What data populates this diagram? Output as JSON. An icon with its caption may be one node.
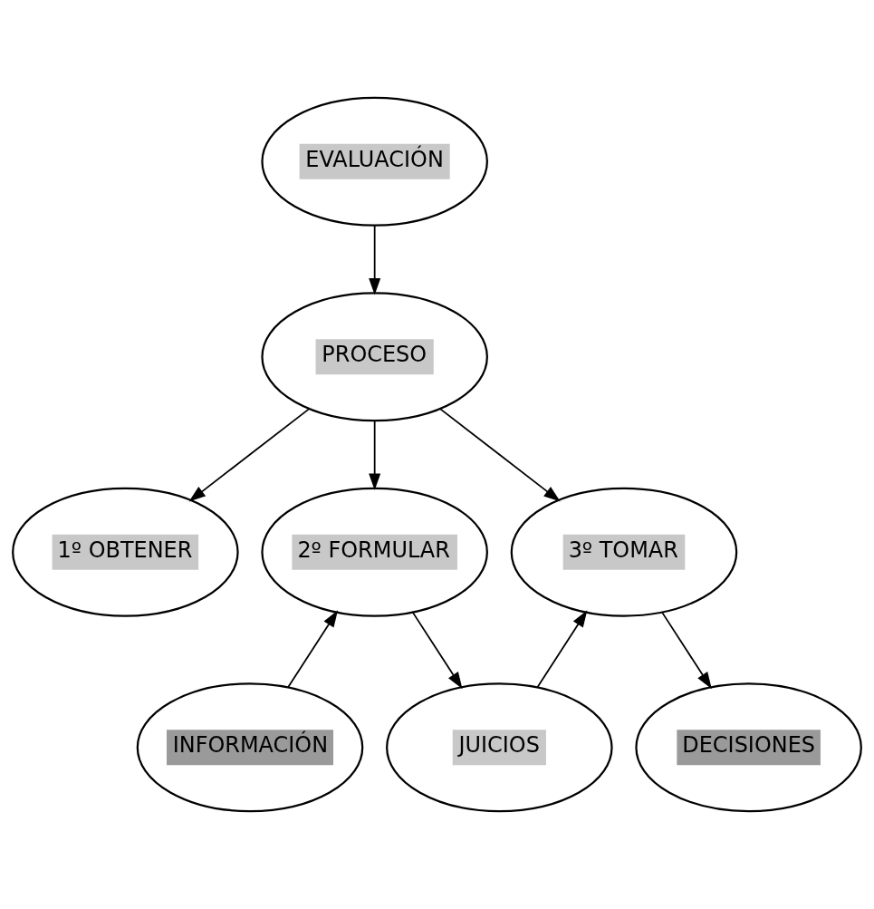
{
  "diagram": {
    "nodes": [
      {
        "text": [
          "EVALUACIÓN"
        ]
      },
      {
        "text": [
          "PROCESO"
        ]
      },
      {
        "text": [
          "1º OBTENER"
        ]
      },
      {
        "text": [
          "2º FORMULAR"
        ]
      },
      {
        "text": [
          "3º TOMAR"
        ]
      },
      {
        "text": [
          "INFORMACIÓN"
        ]
      },
      {
        "text": [
          "JUICIOS"
        ]
      },
      {
        "text": [
          "DECISIONES"
        ]
      }
    ],
    "edges": [
      {
        "from": 0,
        "to": 1,
        "arrow": "to"
      },
      {
        "from": 1,
        "to": 2,
        "arrow": "to"
      },
      {
        "from": 1,
        "to": 3,
        "arrow": "to"
      },
      {
        "from": 1,
        "to": 4,
        "arrow": "to"
      },
      {
        "from": 5,
        "to": 3,
        "arrow": "to"
      },
      {
        "from": 3,
        "to": 6,
        "arrow": "to"
      },
      {
        "from": 6,
        "to": 4,
        "arrow": "to"
      },
      {
        "from": 4,
        "to": 7,
        "arrow": "to"
      }
    ]
  }
}
